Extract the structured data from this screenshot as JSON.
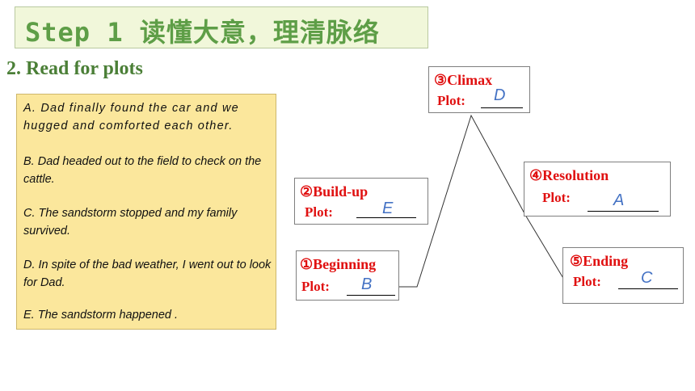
{
  "title": "Step 1 读懂大意，理清脉络",
  "subheading": "2. Read for plots",
  "options": [
    "A. Dad finally found the car and we  hugged and comforted each other.",
    "B. Dad headed out to the field to check on the cattle.",
    "C. The sandstorm stopped and my family survived.",
    "D. In spite of the bad weather, I went out to look for Dad.",
    "E. The sandstorm happened ."
  ],
  "plot_label": "Plot:",
  "stages": {
    "beginning": {
      "name": "①Beginning",
      "answer": "B"
    },
    "buildup": {
      "name": "②Build-up",
      "answer": "E"
    },
    "climax": {
      "name": "③Climax",
      "answer": "D"
    },
    "resolution": {
      "name": "④Resolution",
      "answer": "A"
    },
    "ending": {
      "name": "⑤Ending",
      "answer": "C"
    }
  },
  "colors": {
    "title_green": "#5e9e47",
    "stage_red": "#e01010",
    "answer_blue": "#4472c4",
    "options_bg": "#fbe79c"
  }
}
